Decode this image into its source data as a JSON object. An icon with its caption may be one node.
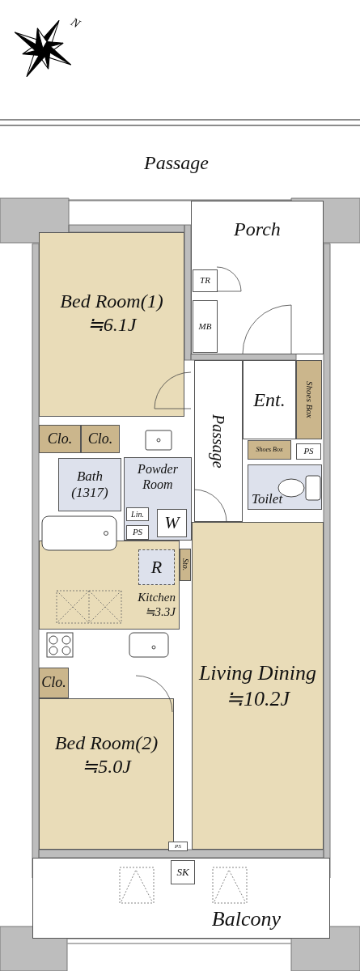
{
  "diagram": {
    "nodes": [
      {
        "text": [
          "Porch"
        ]
      },
      {
        "text": [
          "TR"
        ],
        "in": 0
      },
      {
        "text": [
          "MB"
        ],
        "in": 0
      },
      {
        "text": [
          "Bed Room(1)",
          "≒6.1J"
        ]
      },
      {
        "text": [
          "Passage"
        ]
      },
      {
        "text": [
          "Ent."
        ]
      },
      {
        "text": [
          "Shoes Box"
        ]
      },
      {
        "text": [
          "Clo."
        ]
      },
      {
        "text": [
          "Clo."
        ]
      },
      {
        "text": [
          "Bath (1317)"
        ]
      },
      {
        "text": [
          "Powder Room"
        ]
      },
      {
        "text": [
          "Shoes Box"
        ]
      },
      {
        "text": [
          "PS"
        ]
      },
      {
        "text": [
          "Lin."
        ],
        "in": 10
      },
      {
        "text": [
          "W"
        ],
        "in": 10
      },
      {
        "text": [
          "Toilet"
        ]
      },
      {
        "text": [
          "PS"
        ],
        "in": 10
      },
      {
        "text": [
          "Kitchen",
          "≒3.3J"
        ]
      },
      {
        "text": [
          "R"
        ],
        "in": 17
      },
      {
        "text": [
          "Sto."
        ]
      },
      {
        "text": [
          "Living Dining",
          "≒10.2J"
        ]
      },
      {
        "text": [
          "Clo."
        ]
      },
      {
        "text": [
          "Bed Room(2)",
          "≒5.0J"
        ]
      },
      {
        "text": [
          "PS"
        ]
      },
      {
        "text": [
          "Balcony"
        ]
      },
      {
        "text": [
          "SK"
        ],
        "in": 24
      }
    ],
    "labels": [
      "N",
      "Passage"
    ]
  }
}
